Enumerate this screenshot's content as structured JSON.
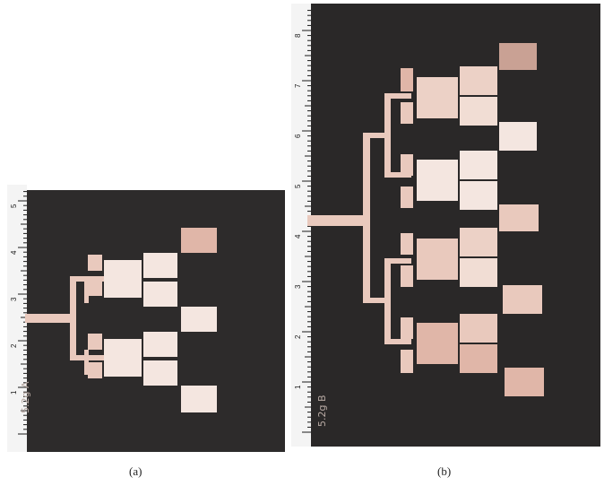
{
  "figure": {
    "captions": {
      "a": "(a)",
      "b": "(b)"
    },
    "panel_a": {
      "board_label": "5.2g A",
      "ruler_numbers": [
        "1",
        "2",
        "3",
        "4",
        "5"
      ]
    },
    "panel_b": {
      "board_label": "5.2g B",
      "ruler_numbers": [
        "1",
        "2",
        "3",
        "4",
        "5",
        "6",
        "7",
        "8"
      ]
    },
    "colors": {
      "substrate": "#2d2b2b",
      "copper": "#e9c9bd",
      "ruler_bg": "#f4f4f4",
      "ruler_mark": "#1a1a1a"
    }
  }
}
